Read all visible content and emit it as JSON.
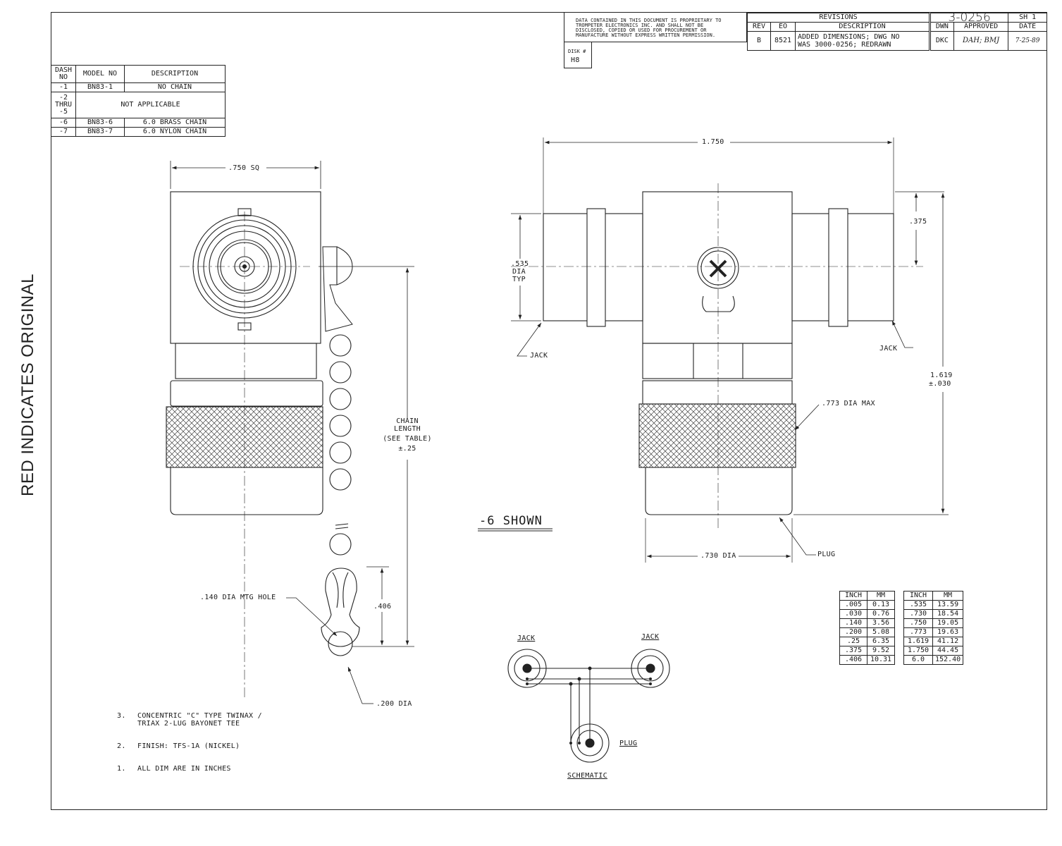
{
  "side_label": "RED INDICATES ORIGINAL",
  "proprietary_notice": [
    "DATA CONTAINED IN THIS DOCUMENT IS PROPRIETARY TO",
    "TROMPETER ELECTRONICS INC. AND SHALL NOT BE",
    "DISCLOSED, COPIED OR USED FOR PROCUREMENT OR",
    "MANUFACTURE WITHOUT EXPRESS WRITTEN PERMISSION."
  ],
  "disk": {
    "label": "DISK #",
    "value": "H8"
  },
  "revisions": {
    "title": "REVISIONS",
    "headers": [
      "REV",
      "EO",
      "DESCRIPTION"
    ],
    "row": {
      "rev": "B",
      "eo": "8521",
      "description_1": "ADDED DIMENSIONS; DWG NO",
      "description_2": "WAS 3000-0256; REDRAWN"
    }
  },
  "title_block": {
    "drawing_no": "3-0256",
    "sheet": "SH 1",
    "headers": [
      "DWN",
      "APPROVED",
      "DATE"
    ],
    "row": {
      "dwn": "DKC",
      "approved": "DAH; BMJ",
      "date": "7-25-89"
    }
  },
  "model_table": {
    "headers": [
      "DASH NO",
      "MODEL NO",
      "DESCRIPTION"
    ],
    "rows": [
      {
        "dash": "-1",
        "model": "BN83-1",
        "desc": "NO CHAIN"
      },
      {
        "dash": "-2 THRU -5",
        "merged": "NOT APPLICABLE"
      },
      {
        "dash": "-6",
        "model": "BN83-6",
        "desc": "6.0 BRASS CHAIN"
      },
      {
        "dash": "-7",
        "model": "BN83-7",
        "desc": "6.0 NYLON CHAIN"
      }
    ]
  },
  "dimensions": {
    "sq": ".750 SQ",
    "overall_width": "1.750",
    "offset": ".375",
    "dia_typ": [
      ".535",
      "DIA",
      "TYP"
    ],
    "height": "1.619",
    "height_tol": "±.030",
    "max_dia": ".773 DIA MAX",
    "plug_dia": ".730 DIA",
    "chain_length": [
      "CHAIN",
      "LENGTH",
      "(SEE TABLE)",
      "±.25"
    ],
    "mtg_hole": ".140 DIA MTG HOLE",
    "hole_offset": ".406",
    "ring_dia": ".200 DIA"
  },
  "callouts": {
    "jack_left": "JACK",
    "jack_right": "JACK",
    "plug": "PLUG"
  },
  "shown_label": "-6 SHOWN",
  "schematic": {
    "jack_left": "JACK",
    "jack_right": "JACK",
    "plug": "PLUG",
    "title": "SCHEMATIC"
  },
  "notes": [
    {
      "num": "3.",
      "line1": "CONCENTRIC \"C\" TYPE TWINAX /",
      "line2": "TRIAX 2-LUG BAYONET TEE"
    },
    {
      "num": "2.",
      "line1": "FINISH: TFS-1A (NICKEL)"
    },
    {
      "num": "1.",
      "line1": "ALL DIM ARE IN INCHES"
    }
  ],
  "conversion": {
    "headers": [
      "INCH",
      "MM"
    ],
    "left": [
      [
        ".005",
        "0.13"
      ],
      [
        ".030",
        "0.76"
      ],
      [
        ".140",
        "3.56"
      ],
      [
        ".200",
        "5.08"
      ],
      [
        ".25",
        "6.35"
      ],
      [
        ".375",
        "9.52"
      ],
      [
        ".406",
        "10.31"
      ]
    ],
    "right": [
      [
        ".535",
        "13.59"
      ],
      [
        ".730",
        "18.54"
      ],
      [
        ".750",
        "19.05"
      ],
      [
        ".773",
        "19.63"
      ],
      [
        "1.619",
        "41.12"
      ],
      [
        "1.750",
        "44.45"
      ],
      [
        "6.0",
        "152.40"
      ]
    ]
  }
}
